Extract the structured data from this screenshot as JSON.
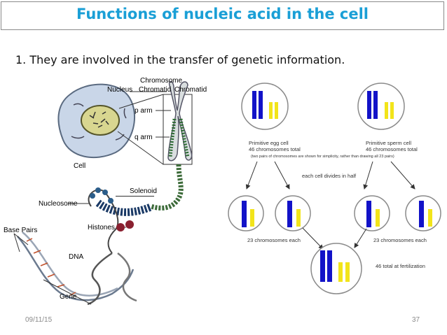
{
  "slide": {
    "title": "Functions of nucleic acid in the cell",
    "bullet": "1.  They are involved in the transfer of genetic information.",
    "footer_date": "09/11/15",
    "page_number": "37"
  },
  "left_figure": {
    "chromosome_label": "Chromosome",
    "nucleus_label": "Nucleus",
    "chromatid_label_1": "Chromatid",
    "chromatid_label_2": "Chromatid",
    "p_arm_label": "p arm",
    "q_arm_label": "q arm",
    "cell_label": "Cell",
    "solenoid_label": "Solenoid",
    "nucleosome_label": "Nucleosome",
    "histones_label": "Histones",
    "base_pairs_label": "Base Pairs",
    "dna_label": "DNA",
    "gene_label": "Gene"
  },
  "right_figure": {
    "egg_cell_label": "Primitive egg cell",
    "egg_count_label": "46 chromosomes total",
    "sperm_cell_label": "Primitive sperm cell",
    "sperm_count_label": "46 chromosomes total",
    "note": "(two pairs of chromosomes are shown for simplicity, rather than drawing all 23 pairs)",
    "divides_label": "each cell divides in half",
    "left_gamete_label": "23 chromosomes each",
    "right_gamete_label": "23 chromosomes each",
    "fertilization_label": "46 total at fertilization"
  },
  "colors": {
    "title": "#1a9fd6",
    "chromosome_blue": "#1212c8",
    "chromosome_yellow": "#f2e41a"
  }
}
